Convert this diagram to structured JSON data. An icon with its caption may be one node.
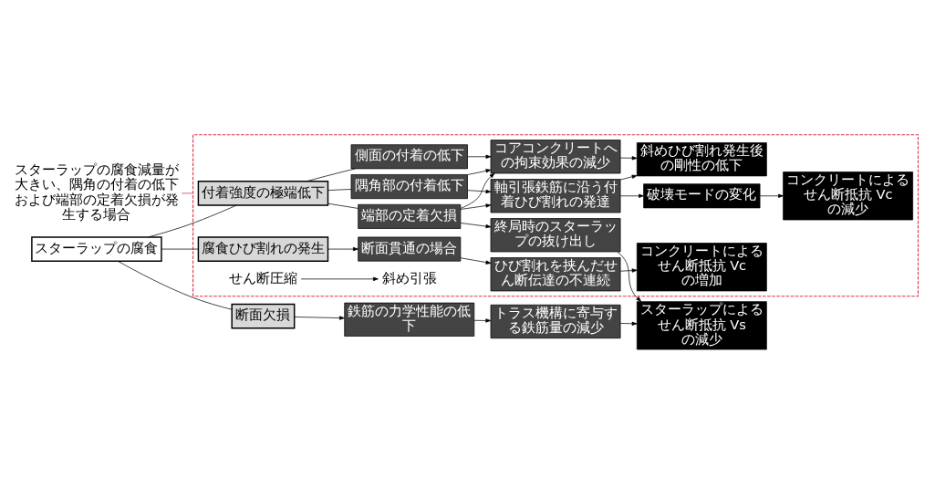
{
  "diagram": {
    "nodes": [
      {
        "text": [
          "スターラップの腐食"
        ]
      },
      {
        "text": [
          "断面欠損"
        ]
      },
      {
        "text": [
          "鉄筋の力学性能の低下"
        ]
      },
      {
        "text": [
          "トラス機構に寄与する鉄筋量の減少"
        ]
      },
      {
        "text": [
          "スターラップによるせん断抵抗 Vs の減少"
        ]
      },
      {
        "text": [],
        "shape": "box"
      },
      {
        "text": [
          "付着強度の極端低下"
        ],
        "in": 5
      },
      {
        "text": [
          "端部の定着欠損"
        ],
        "in": 5
      },
      {
        "text": [
          "隅角部の付着低下"
        ],
        "in": 5
      },
      {
        "text": [
          "側面の付着の低下"
        ],
        "in": 5
      },
      {
        "text": [
          "終局時のスターラップの抜け出し"
        ],
        "in": 5
      },
      {
        "text": [
          "軸引張鉄筋に沿う付着ひび割れの発達"
        ],
        "in": 5
      },
      {
        "text": [
          "コアコンクリートへの拘束効果の減少"
        ],
        "in": 5
      },
      {
        "text": [
          "破壊モードの変化"
        ],
        "in": 5
      },
      {
        "text": [
          "コンクリートによるせん断抵抗 Vc の減少"
        ],
        "in": 5
      },
      {
        "text": [
          "斜めひび割れ発生後の剛性の低下"
        ],
        "in": 5
      },
      {
        "text": [
          "腐食ひび割れの発生"
        ],
        "in": 5
      },
      {
        "text": [
          "断面貫通の場合"
        ],
        "in": 5
      },
      {
        "text": [
          "ひび割れを挟んだせん断伝達の不連続"
        ],
        "in": 5
      },
      {
        "text": [
          "コンクリートによるせん断抵抗 Vc の増加"
        ],
        "in": 5
      },
      {
        "text": [
          "せん断圧縮"
        ],
        "in": 5
      },
      {
        "text": [
          "斜め引張"
        ],
        "in": 5
      },
      {
        "text": [
          "スターラップの腐食減量が大きい、隅角の付着の低下および端部の定着欠損が発生する場合"
        ]
      }
    ],
    "edges": [
      {
        "from": 0,
        "to": 1,
        "arrow": "none"
      },
      {
        "from": 0,
        "to": 6,
        "arrow": "none"
      },
      {
        "from": 0,
        "to": 16,
        "arrow": "none"
      },
      {
        "from": 1,
        "to": 2,
        "arrow": "to"
      },
      {
        "from": 2,
        "to": 3,
        "arrow": "to"
      },
      {
        "from": 3,
        "to": 4,
        "arrow": "to"
      },
      {
        "from": 6,
        "to": 7,
        "arrow": "none"
      },
      {
        "from": 6,
        "to": 8,
        "arrow": "none"
      },
      {
        "from": 6,
        "to": 9,
        "arrow": "none"
      },
      {
        "from": 7,
        "to": 10,
        "arrow": "to"
      },
      {
        "from": 7,
        "to": 11,
        "arrow": "to"
      },
      {
        "from": 7,
        "to": 12,
        "arrow": "to"
      },
      {
        "from": 8,
        "to": 11,
        "arrow": "to"
      },
      {
        "from": 8,
        "to": 12,
        "arrow": "to"
      },
      {
        "from": 9,
        "to": 12,
        "arrow": "to"
      },
      {
        "from": 10,
        "to": 4,
        "arrow": "to"
      },
      {
        "from": 11,
        "to": 13,
        "arrow": "to"
      },
      {
        "from": 11,
        "to": 15,
        "arrow": "to"
      },
      {
        "from": 12,
        "to": 15,
        "arrow": "to"
      },
      {
        "from": 13,
        "to": 14,
        "arrow": "to"
      },
      {
        "from": 20,
        "to": 21,
        "arrow": "to"
      },
      {
        "from": 16,
        "to": 17,
        "arrow": "to"
      },
      {
        "from": 17,
        "to": 18,
        "arrow": "to"
      },
      {
        "from": 18,
        "to": 19,
        "arrow": "to"
      },
      {
        "from": 22,
        "to": 5,
        "arrow": "none",
        "color": "#cc3344"
      }
    ]
  }
}
